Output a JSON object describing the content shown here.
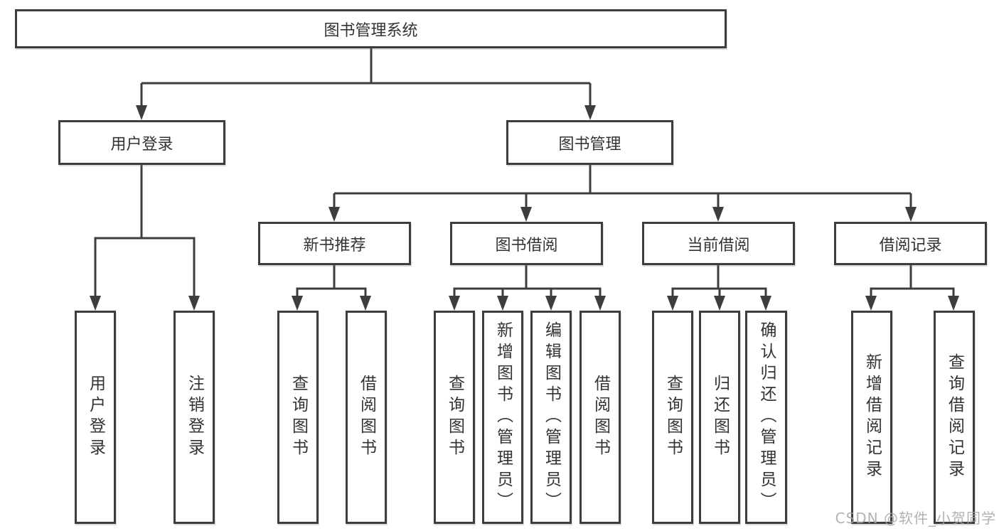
{
  "tree": {
    "root": {
      "label": "图书管理系统"
    },
    "level2": [
      {
        "label": "用户登录",
        "children": [
          {
            "label": "用户登录"
          },
          {
            "label": "注销登录"
          }
        ]
      },
      {
        "label": "图书管理",
        "children": [
          {
            "label": "新书推荐",
            "children": [
              {
                "label": "查询图书"
              },
              {
                "label": "借阅图书"
              }
            ]
          },
          {
            "label": "图书借阅",
            "children": [
              {
                "label": "查询图书"
              },
              {
                "label": "新增图书（管理员）"
              },
              {
                "label": "编辑图书（管理员）"
              },
              {
                "label": "借阅图书"
              }
            ]
          },
          {
            "label": "当前借阅",
            "children": [
              {
                "label": "查询图书"
              },
              {
                "label": "归还图书"
              },
              {
                "label": "确认归还（管理员）"
              }
            ]
          },
          {
            "label": "借阅记录",
            "children": [
              {
                "label": "新增借阅记录"
              },
              {
                "label": "查询借阅记录"
              }
            ]
          }
        ]
      }
    ]
  },
  "watermark": {
    "text": "CSDN @软件_小贺同学"
  },
  "colors": {
    "line": "#3d3d3d",
    "text": "#333333",
    "watermark": "#a5a5a5",
    "background": "#ffffff"
  }
}
